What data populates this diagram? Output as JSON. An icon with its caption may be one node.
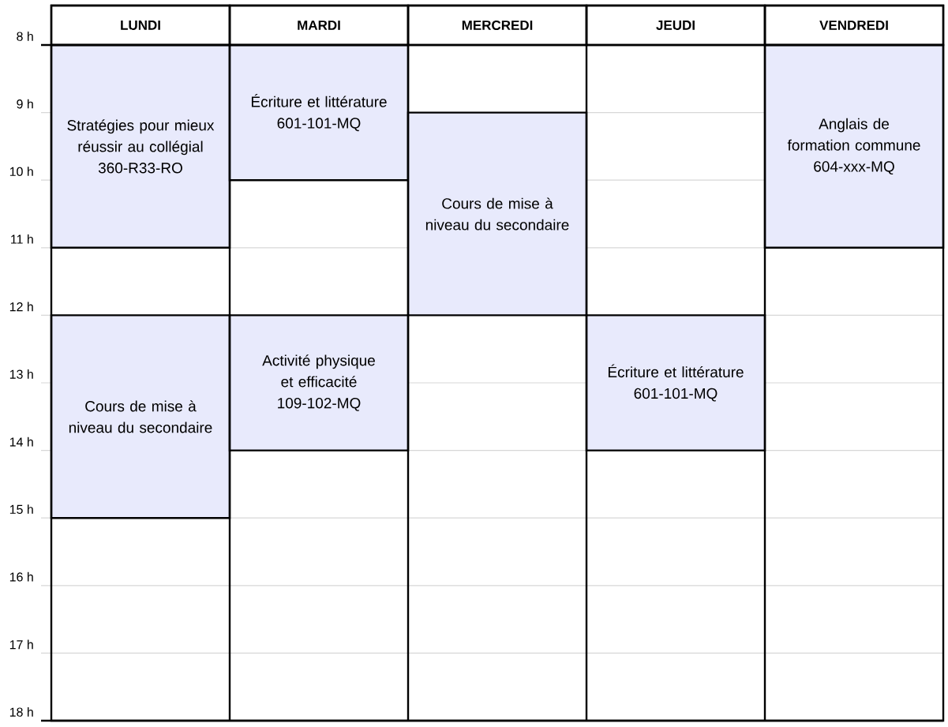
{
  "diagram": {
    "nodes": [
      {
        "text": [
          "Stratégies pour mieux réussir au collégial",
          "360-R33-RO"
        ]
      },
      {
        "text": [
          "Écriture et littérature",
          "601-101-MQ"
        ]
      },
      {
        "text": [
          "Anglais de formation commune",
          "604-xxx-MQ"
        ]
      },
      {
        "text": [
          "Cours de mise à niveau du secondaire"
        ]
      },
      {
        "text": [
          "Cours de mise à niveau du secondaire"
        ]
      },
      {
        "text": [
          "Activité physique et efficacité",
          "109-102-MQ"
        ]
      },
      {
        "text": [
          "Écriture et littérature",
          "601-101-MQ"
        ]
      }
    ],
    "labels": [
      "LUNDI",
      "MARDI",
      "MERCREDI",
      "JEUDI",
      "VENDREDI",
      "8 h",
      "9 h",
      "10 h",
      "11 h",
      "12 h",
      "13 h",
      "14 h",
      "15 h",
      "16 h",
      "17 h",
      "18 h"
    ]
  }
}
